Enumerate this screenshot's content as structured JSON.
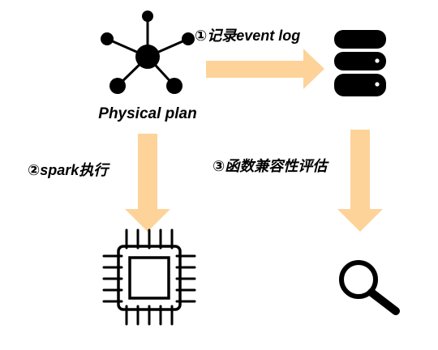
{
  "nodes": {
    "plan": {
      "icon": "network-node-icon",
      "label": "Physical plan"
    },
    "storage": {
      "icon": "database-icon"
    },
    "executor": {
      "icon": "cpu-chip-icon"
    },
    "evaluation": {
      "icon": "magnifier-icon"
    }
  },
  "edges": [
    {
      "from": "plan",
      "to": "storage",
      "label": "①记录event log"
    },
    {
      "from": "plan",
      "to": "executor",
      "label": "②spark执行"
    },
    {
      "from": "storage",
      "to": "evaluation",
      "label": "③函数兼容性评估"
    }
  ],
  "colors": {
    "arrow": "#FDD39A",
    "icon": "#000000",
    "background": "#FFFFFF"
  }
}
